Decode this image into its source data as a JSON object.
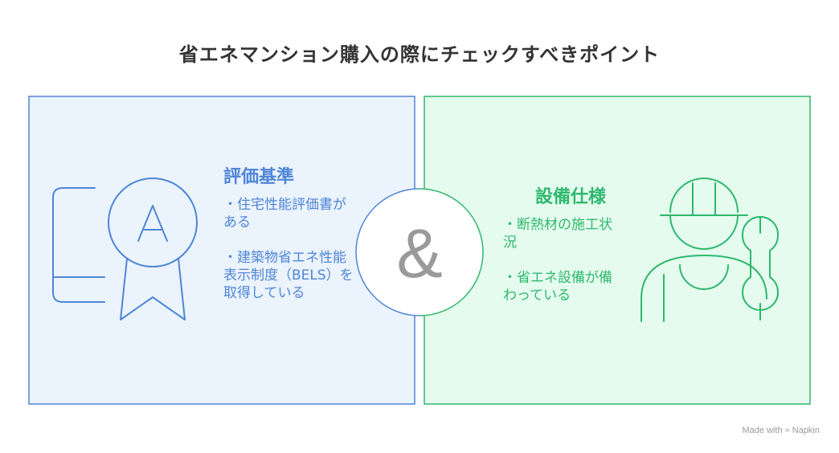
{
  "title": "省エネマンション購入の際にチェックすべきポイント",
  "left_panel": {
    "heading": "評価基準",
    "items": [
      "住宅性能評価書がある",
      "建築物省エネ性能表示制度（BELS）を取得している"
    ],
    "icon": "award-certificate-icon",
    "color": "#4f86d6",
    "fill": "#ebf3fd"
  },
  "connector": {
    "symbol": "&",
    "color": "#9a9a9a"
  },
  "right_panel": {
    "heading": "設備仕様",
    "items": [
      "断熱材の施工状況",
      "省エネ設備が備わっている"
    ],
    "icon": "worker-wrench-icon",
    "color": "#2fb86d",
    "fill": "#e4fbee"
  },
  "watermark": "Made with ≈ Napkin"
}
